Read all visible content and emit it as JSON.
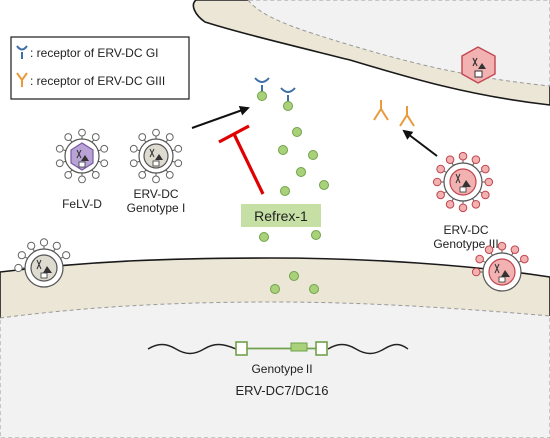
{
  "legend": {
    "gi_label": ": receptor of ERV-DC GI",
    "giii_label": ": receptor of ERV-DC GIII"
  },
  "viruses": {
    "felv_d": "FeLV-D",
    "genotype_i_line1": "ERV-DC",
    "genotype_i_line2": "Genotype I",
    "genotype_iii_line1": "ERV-DC",
    "genotype_iii_line2": "Genotype III"
  },
  "refrex": {
    "label": "Refrex-1"
  },
  "gene": {
    "label": "Genotype II",
    "locus": "ERV-DC7/DC16"
  },
  "colors": {
    "membrane_fill": "#ebe6d6",
    "membrane_stroke": "#1a1a1a",
    "nucleus_fill": "#f2f2f2",
    "receptor_gi": "#3f6fa8",
    "receptor_giii": "#e89a3c",
    "felv_fill": "#b9a2d6",
    "felv_stroke": "#7a5aa3",
    "gi_fill": "#dedbd0",
    "giii_fill": "#f2b2b2",
    "giii_stroke": "#c0454f",
    "refrex_box": "#c6dfa4",
    "dot_fill": "#a9d17a",
    "dot_stroke": "#6fa24a",
    "inhibit": "#e00000"
  }
}
